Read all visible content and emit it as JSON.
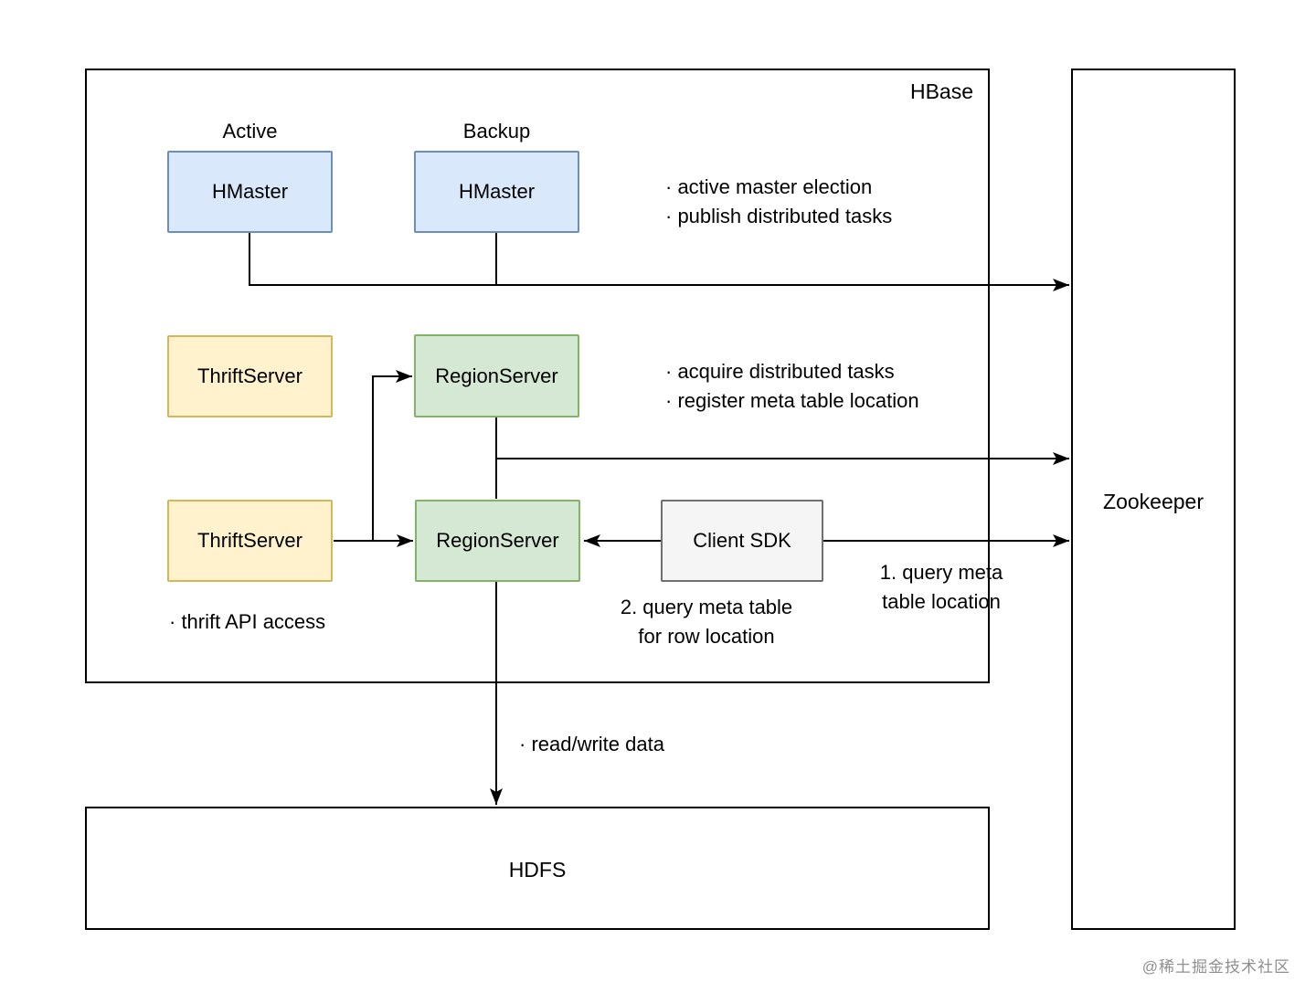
{
  "diagram": {
    "title": "HBase",
    "sections": {
      "hbase_label": "HBase",
      "zookeeper_label": "Zookeeper",
      "hdfs_label": "HDFS"
    },
    "nodes": {
      "hmaster_active": {
        "role": "Active",
        "label": "HMaster"
      },
      "hmaster_backup": {
        "role": "Backup",
        "label": "HMaster"
      },
      "thrift_server_1": {
        "label": "ThriftServer"
      },
      "thrift_server_2": {
        "label": "ThriftServer"
      },
      "region_server_1": {
        "label": "RegionServer"
      },
      "region_server_2": {
        "label": "RegionServer"
      },
      "client_sdk": {
        "label": "Client SDK"
      }
    },
    "annotations": {
      "master_tasks": {
        "line1": "· active master election",
        "line2": "· publish distributed tasks"
      },
      "region_tasks": {
        "line1": "· acquire distributed tasks",
        "line2": "· register meta table location"
      },
      "query_meta_location": {
        "line1": "1. query meta",
        "line2": "table location"
      },
      "query_row_location": {
        "line1": "2. query meta table",
        "line2": "for row location"
      },
      "thrift_access": "· thrift API access",
      "read_write": "· read/write data"
    },
    "colors": {
      "hmaster_fill": "#dae8fc",
      "hmaster_border": "#6c8ebf",
      "thrift_fill": "#fff2cc",
      "thrift_border": "#d6b656",
      "region_fill": "#d5e8d4",
      "region_border": "#82b366",
      "client_fill": "#f5f5f5",
      "client_border": "#707070",
      "line": "#000000",
      "watermark": "#8f8f8f"
    },
    "watermark": "@稀土掘金技术社区"
  }
}
